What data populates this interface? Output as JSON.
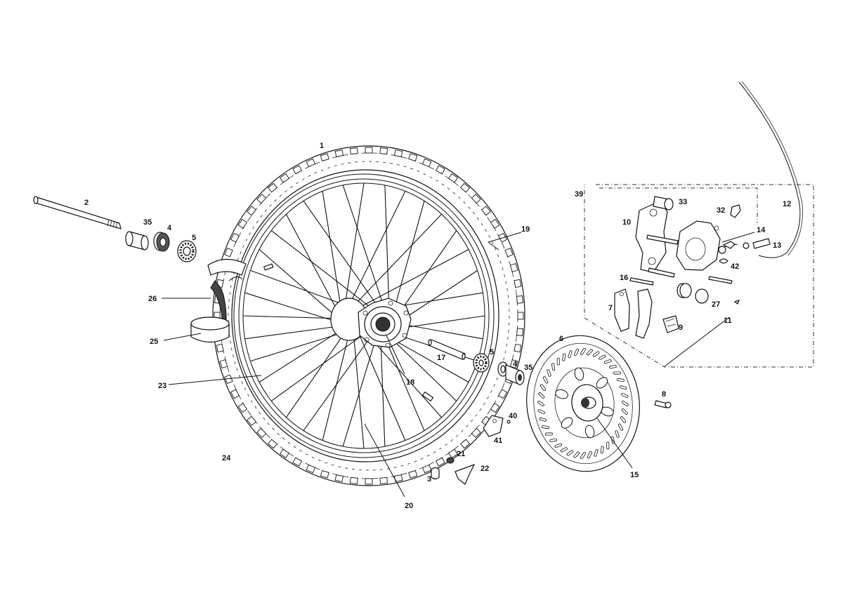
{
  "diagram": {
    "type": "exploded parts view",
    "callouts": [
      "1",
      "2",
      "3",
      "4",
      "5",
      "6",
      "7",
      "8",
      "9",
      "10",
      "11",
      "12",
      "13",
      "14",
      "15",
      "16",
      "17",
      "18",
      "19",
      "20",
      "21",
      "22",
      "23",
      "24",
      "25",
      "26",
      "27",
      "32",
      "33",
      "35",
      "39",
      "40",
      "41",
      "42"
    ]
  }
}
